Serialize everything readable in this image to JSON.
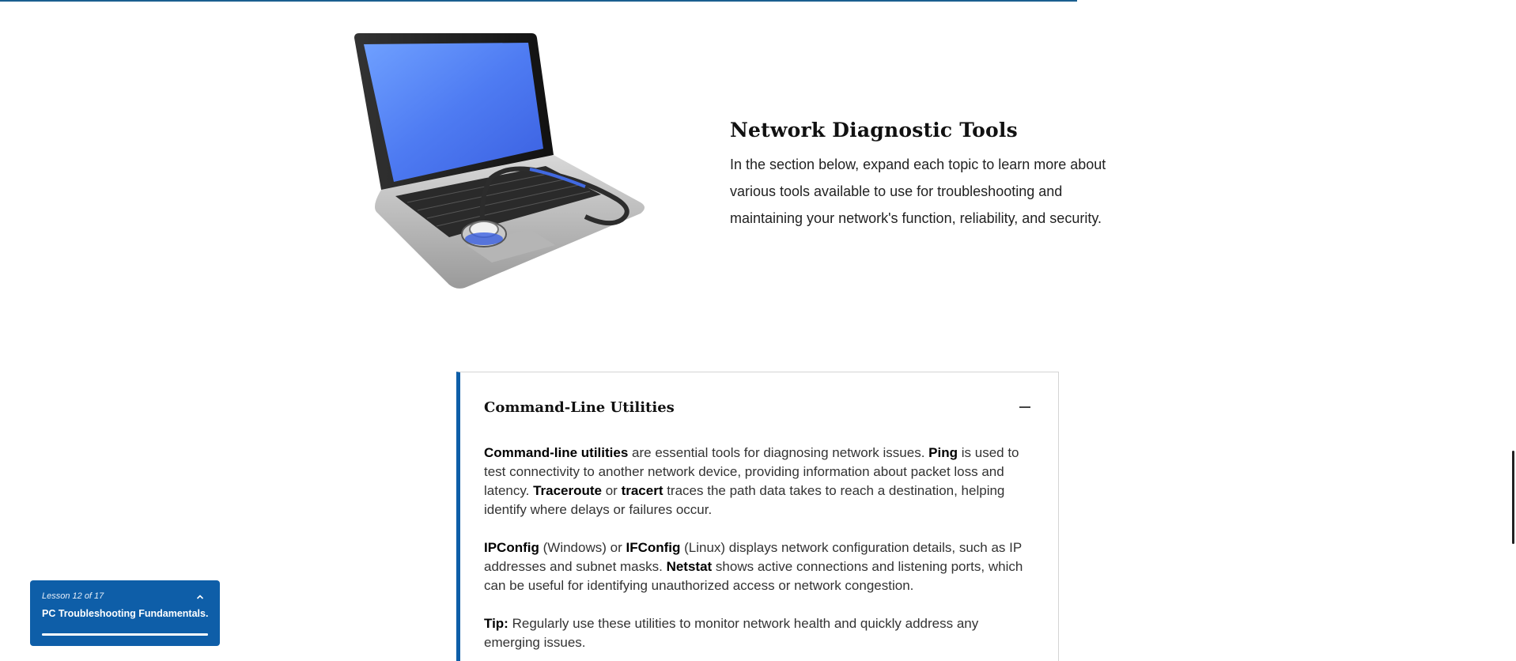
{
  "hero": {
    "title": "Network Diagnostic Tools",
    "description": "In the section below, expand each topic to learn more about various tools available to use for troubleshooting and maintaining your network's function, reliability, and security.",
    "image_subject": "laptop with stethoscope"
  },
  "accordion": {
    "title": "Command-Line Utilities",
    "expanded": true,
    "toggle_icon": "minus-icon",
    "paragraphs": [
      {
        "segments": [
          {
            "bold": true,
            "text": "Command-line utilities"
          },
          {
            "bold": false,
            "text": " are essential tools for diagnosing network issues. "
          },
          {
            "bold": true,
            "text": "Ping"
          },
          {
            "bold": false,
            "text": " is used to test connectivity to another network device, providing information about packet loss and latency. "
          },
          {
            "bold": true,
            "text": "Traceroute"
          },
          {
            "bold": false,
            "text": " or "
          },
          {
            "bold": true,
            "text": "tracert"
          },
          {
            "bold": false,
            "text": " traces the path data takes to reach a destination, helping identify where delays or failures occur."
          }
        ]
      },
      {
        "segments": [
          {
            "bold": true,
            "text": "IPConfig"
          },
          {
            "bold": false,
            "text": " (Windows) or "
          },
          {
            "bold": true,
            "text": "IFConfig"
          },
          {
            "bold": false,
            "text": " (Linux) displays network configuration details, such as IP addresses and subnet masks. "
          },
          {
            "bold": true,
            "text": "Netstat"
          },
          {
            "bold": false,
            "text": " shows active connections and listening ports, which can be useful for identifying unauthorized access or network congestion."
          }
        ]
      },
      {
        "segments": [
          {
            "bold": true,
            "text": "Tip:"
          },
          {
            "bold": false,
            "text": " Regularly use these utilities to monitor network health and quickly address any emerging issues."
          }
        ]
      }
    ]
  },
  "lesson_widget": {
    "count": "Lesson 12 of 17",
    "title": "PC Troubleshooting Fundamentals...",
    "progress": 1.0,
    "chevron_icon": "chevron-up-icon"
  },
  "colors": {
    "accent": "#0e5ea8",
    "top_line": "#1a5f8f"
  }
}
